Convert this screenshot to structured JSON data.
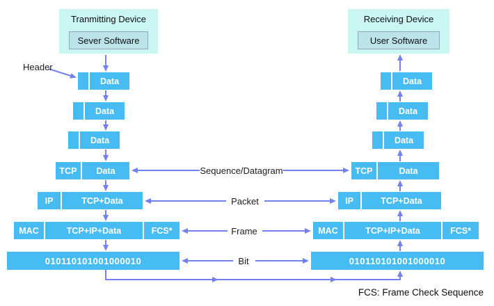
{
  "colors": {
    "box": "#47BCF2",
    "panel": "#C9F5F3",
    "panel-inner": "#BCE3EA",
    "arrow": "#7280F0"
  },
  "transmitter": {
    "title": "Tranmitting Device",
    "software": "Sever Software"
  },
  "receiver": {
    "title": "Receiving Device",
    "software": "User Software"
  },
  "annotations": {
    "header": "Header",
    "footnote": "FCS: Frame Check Sequence"
  },
  "layer_labels": {
    "segment": "Sequence/Datagram",
    "packet": "Packet",
    "frame": "Frame",
    "bit": "Bit"
  },
  "left_stack": {
    "rows": [
      {
        "cells": [
          {
            "label": ""
          },
          {
            "label": "Data"
          }
        ]
      },
      {
        "cells": [
          {
            "label": ""
          },
          {
            "label": "Data"
          }
        ]
      },
      {
        "cells": [
          {
            "label": ""
          },
          {
            "label": "Data"
          }
        ]
      },
      {
        "cells": [
          {
            "label": "TCP"
          },
          {
            "label": "Data"
          }
        ]
      },
      {
        "cells": [
          {
            "label": "IP"
          },
          {
            "label": "TCP+Data"
          }
        ]
      },
      {
        "cells": [
          {
            "label": "MAC"
          },
          {
            "label": "TCP+IP+Data"
          },
          {
            "label": "FCS*"
          }
        ]
      },
      {
        "cells": [
          {
            "label": "010110101001000010"
          }
        ]
      }
    ]
  },
  "right_stack": {
    "rows": [
      {
        "cells": [
          {
            "label": ""
          },
          {
            "label": "Data"
          }
        ]
      },
      {
        "cells": [
          {
            "label": ""
          },
          {
            "label": "Data"
          }
        ]
      },
      {
        "cells": [
          {
            "label": ""
          },
          {
            "label": "Data"
          }
        ]
      },
      {
        "cells": [
          {
            "label": "TCP"
          },
          {
            "label": "Data"
          }
        ]
      },
      {
        "cells": [
          {
            "label": "IP"
          },
          {
            "label": "TCP+Data"
          }
        ]
      },
      {
        "cells": [
          {
            "label": "MAC"
          },
          {
            "label": "TCP+IP+Data"
          },
          {
            "label": "FCS*"
          }
        ]
      },
      {
        "cells": [
          {
            "label": "010110101001000010"
          }
        ]
      }
    ]
  }
}
